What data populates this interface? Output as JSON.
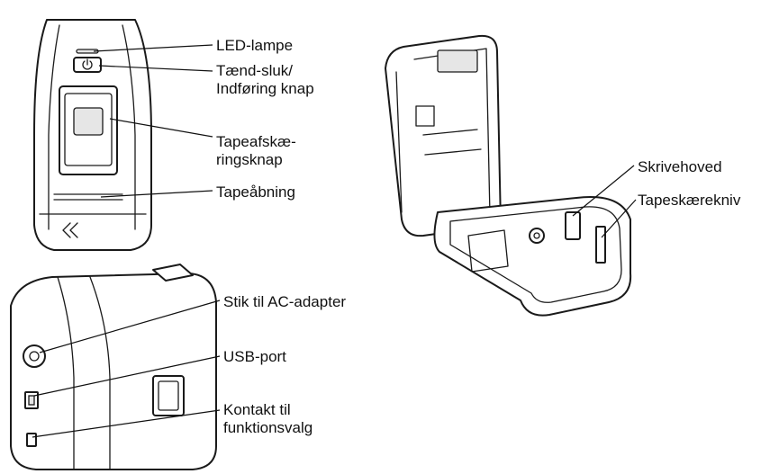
{
  "labels": {
    "led_lamp": "LED-lampe",
    "power_button_l1": "Tænd-sluk/",
    "power_button_l2": "Indføring knap",
    "cutter_button_l1": "Tapeafskæ-",
    "cutter_button_l2": "ringsknap",
    "tape_exit": "Tapeåbning",
    "print_head": "Skrivehoved",
    "cutter_blade": "Tapeskærekniv",
    "ac_adapter_jack": "Stik til AC-adapter",
    "usb_port": "USB-port",
    "mode_switch_l1": "Kontakt til",
    "mode_switch_l2": "funktionsvalg"
  },
  "icons": {
    "power": "power-symbol-icon",
    "tape_direction": "double-chevron-left-icon"
  },
  "colors": {
    "line": "#1a1a1a",
    "fill": "#ffffff"
  }
}
